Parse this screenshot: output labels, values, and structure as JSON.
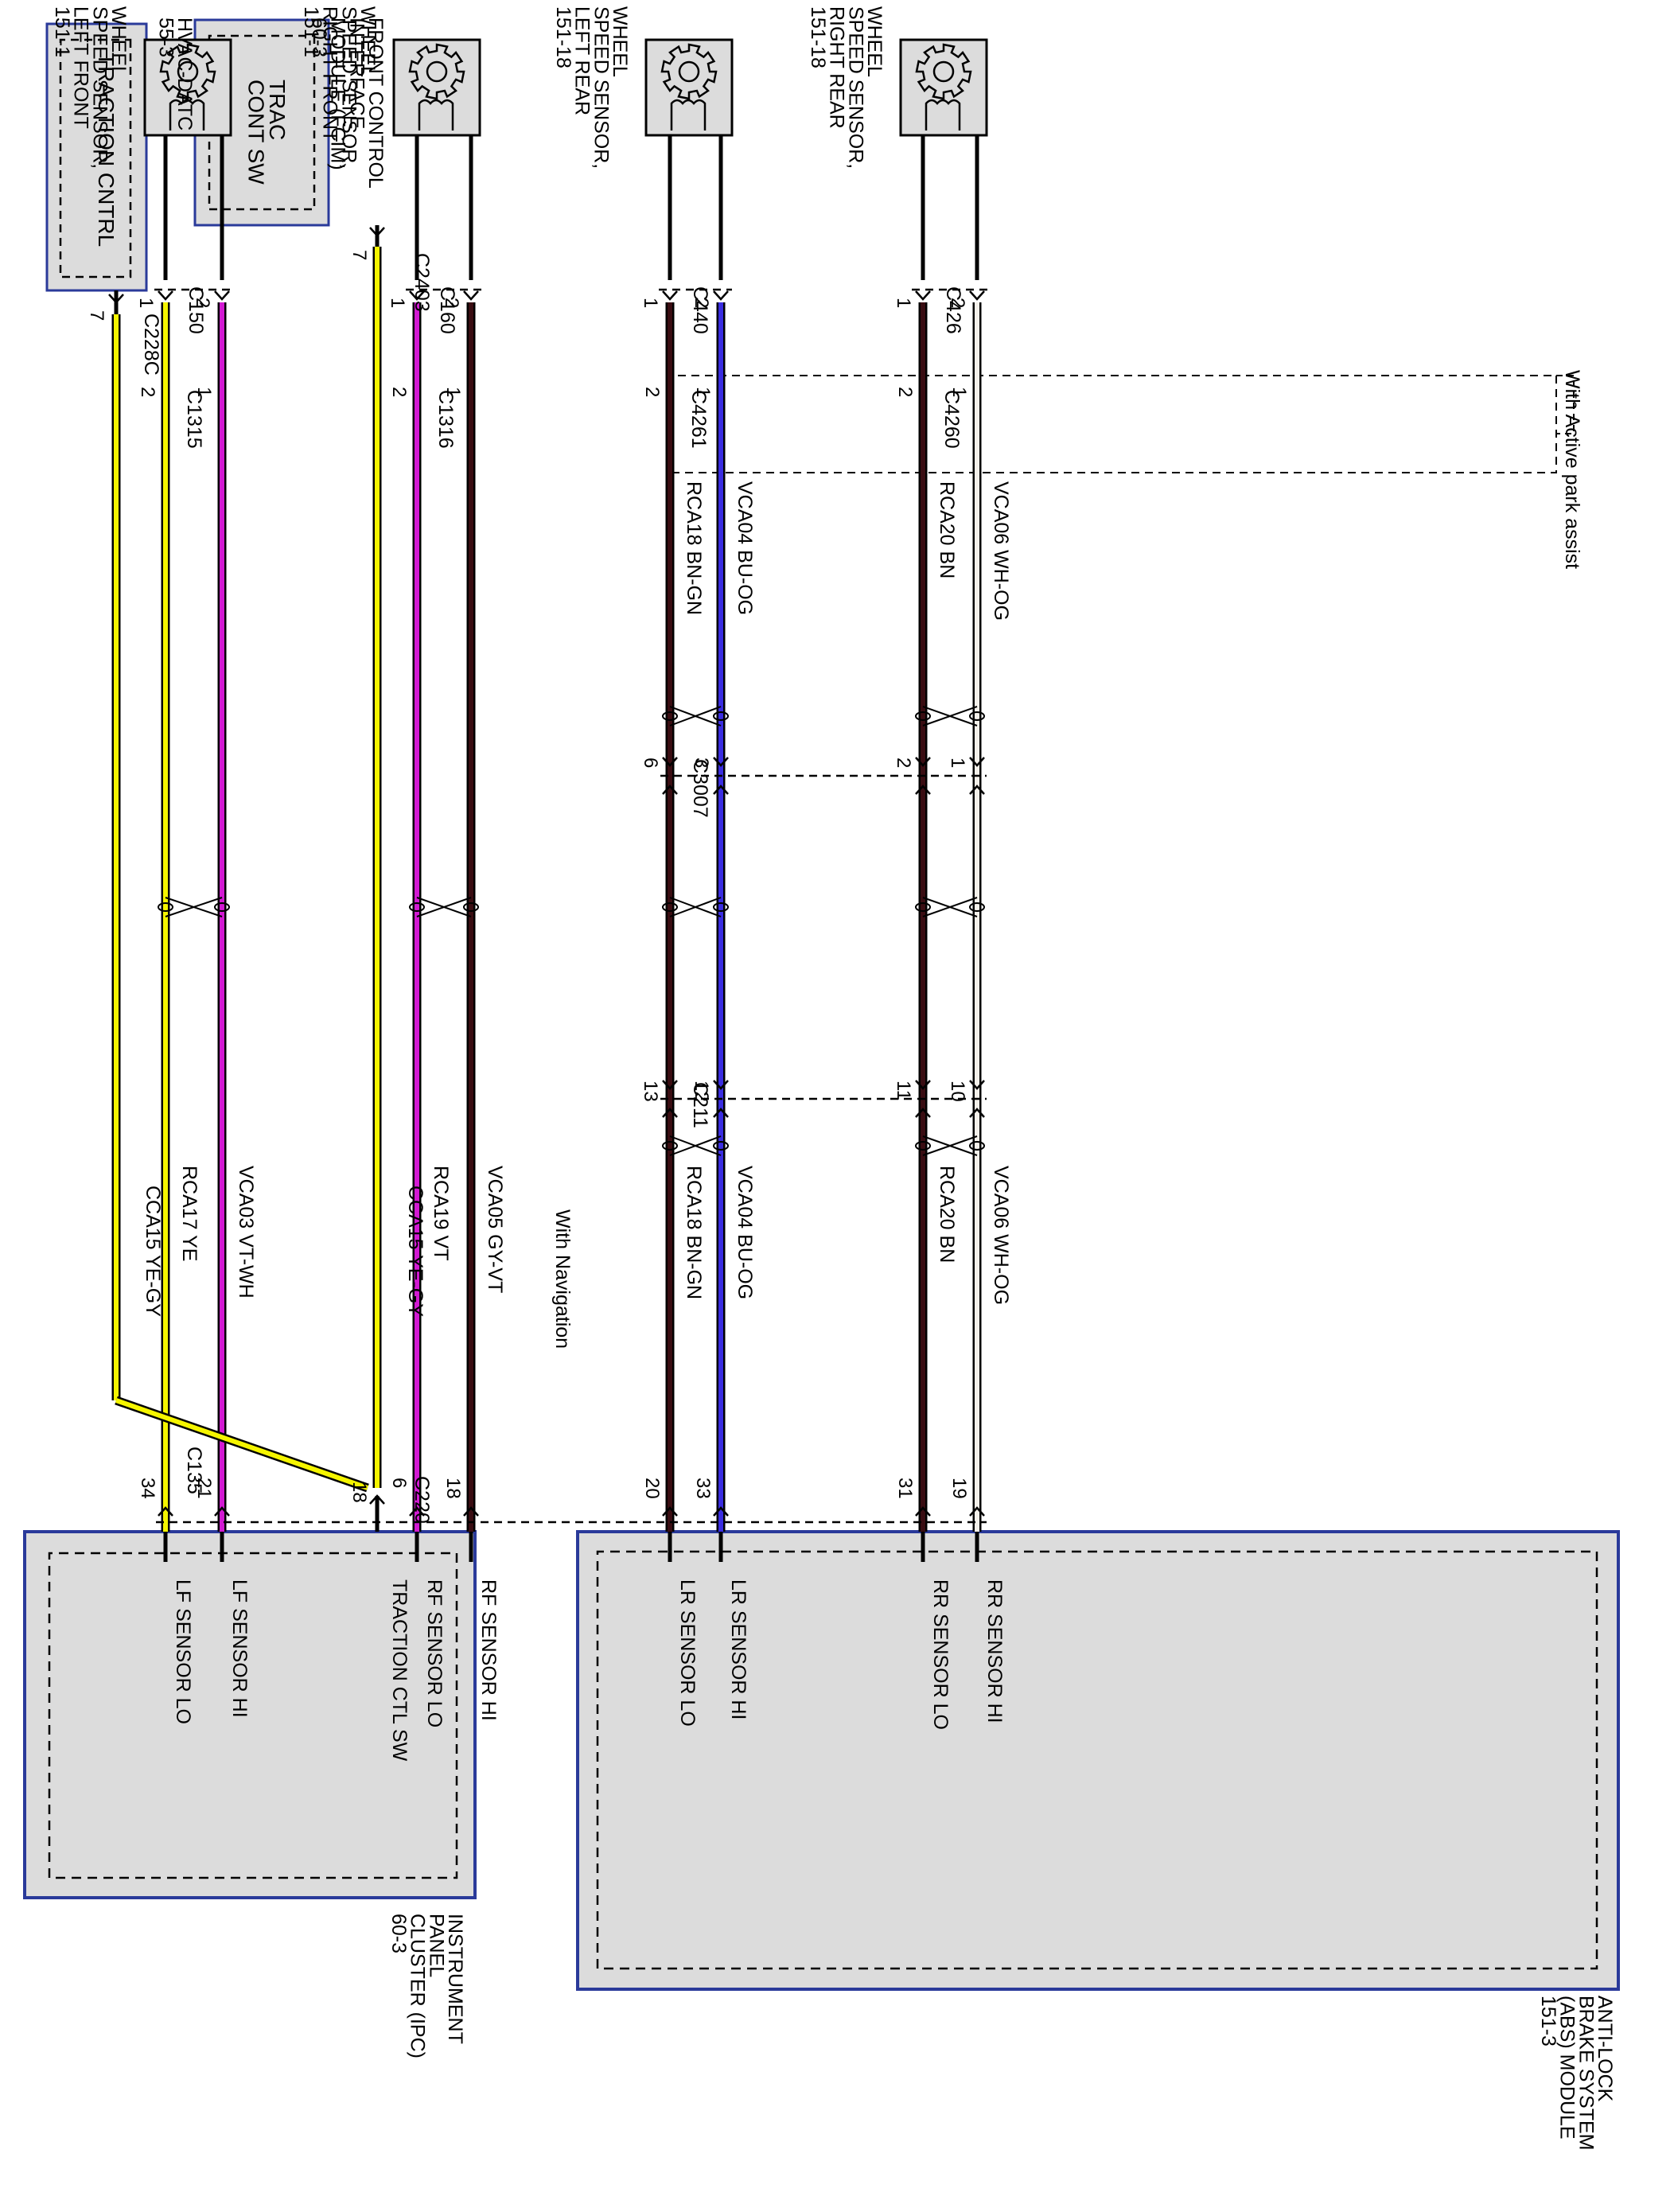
{
  "colors": {
    "box_fill": "#dcdcdc",
    "box_border": "#2a3a9a",
    "wire_yellow": "#f5f500",
    "wire_violet": "#d21ad2",
    "wire_brown": "#3a0d12",
    "wire_blue": "#3a2de0",
    "wire_white": "#f4f0ea"
  },
  "note_active_park": "With Active park assist",
  "note_navigation": "With Navigation",
  "abs": {
    "title": "ANTI-LOCK\nBRAKE SYSTEM\n(ABS) MODULE\n151-3",
    "connector": "C135",
    "pins": [
      {
        "pin": "34",
        "label": "LF SENSOR LO"
      },
      {
        "pin": "21",
        "label": "LF SENSOR HI"
      },
      {
        "pin": "6",
        "label": "RF SENSOR LO"
      },
      {
        "pin": "18",
        "label": "RF SENSOR HI"
      },
      {
        "pin": "20",
        "label": "LR SENSOR LO"
      },
      {
        "pin": "33",
        "label": "LR SENSOR HI"
      },
      {
        "pin": "31",
        "label": "RR SENSOR LO"
      },
      {
        "pin": "19",
        "label": "RR SENSOR HI"
      }
    ]
  },
  "sensors": [
    {
      "title": "WHEEL\nSPEED SENSOR,\nLEFT FRONT\n151-1",
      "connector": "C150",
      "pins": [
        "1",
        "2"
      ],
      "inline": {
        "connector": "C1315",
        "pins": [
          "2",
          "1"
        ]
      },
      "wires": [
        {
          "circuit": "RCA17",
          "color": "YE",
          "wire": "yellow"
        },
        {
          "circuit": "VCA03",
          "color": "VT-WH",
          "wire": "violet"
        }
      ]
    },
    {
      "title": "WHEEL\nSPEED SENSOR,\nRIGHT FRONT\n151-1",
      "connector": "C160",
      "pins": [
        "1",
        "2"
      ],
      "inline": {
        "connector": "C1316",
        "pins": [
          "2",
          "1"
        ]
      },
      "wires": [
        {
          "circuit": "RCA19",
          "color": "VT",
          "wire": "violet"
        },
        {
          "circuit": "VCA05",
          "color": "GY-VT",
          "wire": "brown"
        }
      ]
    },
    {
      "title": "WHEEL\nSPEED SENSOR,\nLEFT REAR\n151-18",
      "connector": "C440",
      "pins": [
        "1",
        "2"
      ],
      "inline": {
        "connector": "C4261",
        "pins": [
          "2",
          "1"
        ]
      },
      "mid1": {
        "connector": "C3007",
        "pins": [
          "6",
          "3"
        ]
      },
      "mid2": {
        "connector": "C211",
        "pins": [
          "13",
          "12"
        ]
      },
      "wires": [
        {
          "circuit": "RCA18",
          "color": "BN-GN",
          "wire": "brown"
        },
        {
          "circuit": "VCA04",
          "color": "BU-OG",
          "wire": "blue"
        }
      ]
    },
    {
      "title": "WHEEL\nSPEED SENSOR,\nRIGHT REAR\n151-18",
      "connector": "C426",
      "pins": [
        "1",
        "2"
      ],
      "inline": {
        "connector": "C4260",
        "pins": [
          "2",
          "1"
        ]
      },
      "mid1": {
        "connector": "",
        "pins": [
          "2",
          "1"
        ]
      },
      "mid2": {
        "connector": "",
        "pins": [
          "11",
          "10"
        ]
      },
      "wires": [
        {
          "circuit": "RCA20",
          "color": "BN",
          "wire": "brown"
        },
        {
          "circuit": "VCA06",
          "color": "WH-OG",
          "wire": "white"
        }
      ]
    }
  ],
  "fcim": {
    "title": "FRONT CONTROL\nINTERFACE\nMODULE (FCIM)\n60-3",
    "switch": "TRAC\nCONT SW",
    "connector": "C2403",
    "pin": "7",
    "circuit": "CCA15",
    "color": "YE-GY"
  },
  "hvac": {
    "title": "HVAC-DATC\n55-3",
    "switch": "TRACTION CNTRL",
    "connector": "C228C",
    "pin": "7",
    "circuit": "CCA15",
    "color": "YE-GY"
  },
  "ipc": {
    "title": "INSTRUMENT\nPANEL\nCLUSTER (IPC)\n60-3",
    "input": "TRACTION CTL SW",
    "connector": "C220",
    "pin": "18"
  }
}
